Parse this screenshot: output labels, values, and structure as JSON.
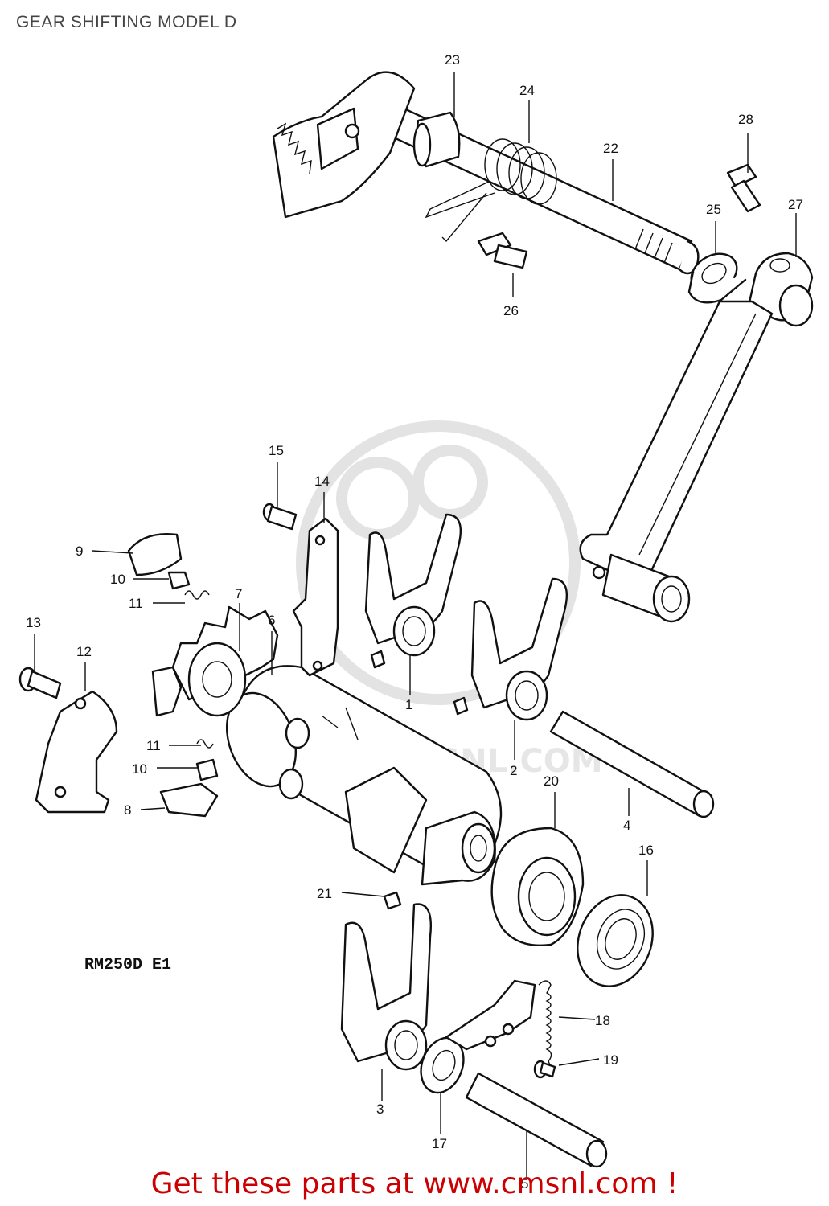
{
  "title": "GEAR SHIFTING MODEL D",
  "model_code": "RM250D E1",
  "footer_link": "Get these parts at www.cmsnl.com !",
  "watermark": "WWW.CMSNL.COM",
  "callouts": {
    "p1": "1",
    "p2": "2",
    "p3": "3",
    "p4": "4",
    "p5": "5",
    "p6": "6",
    "p7": "7",
    "p8": "8",
    "p9": "9",
    "p10a": "10",
    "p10b": "10",
    "p11a": "11",
    "p11b": "11",
    "p12": "12",
    "p13": "13",
    "p14": "14",
    "p15": "15",
    "p16": "16",
    "p17": "17",
    "p18": "18",
    "p19": "19",
    "p20": "20",
    "p21": "21",
    "p22": "22",
    "p23": "23",
    "p24": "24",
    "p25": "25",
    "p26": "26",
    "p27": "27",
    "p28": "28"
  },
  "colors": {
    "ink": "#111111",
    "footer": "#cc0000",
    "title": "#444444",
    "watermark": "#e3e3e3"
  }
}
